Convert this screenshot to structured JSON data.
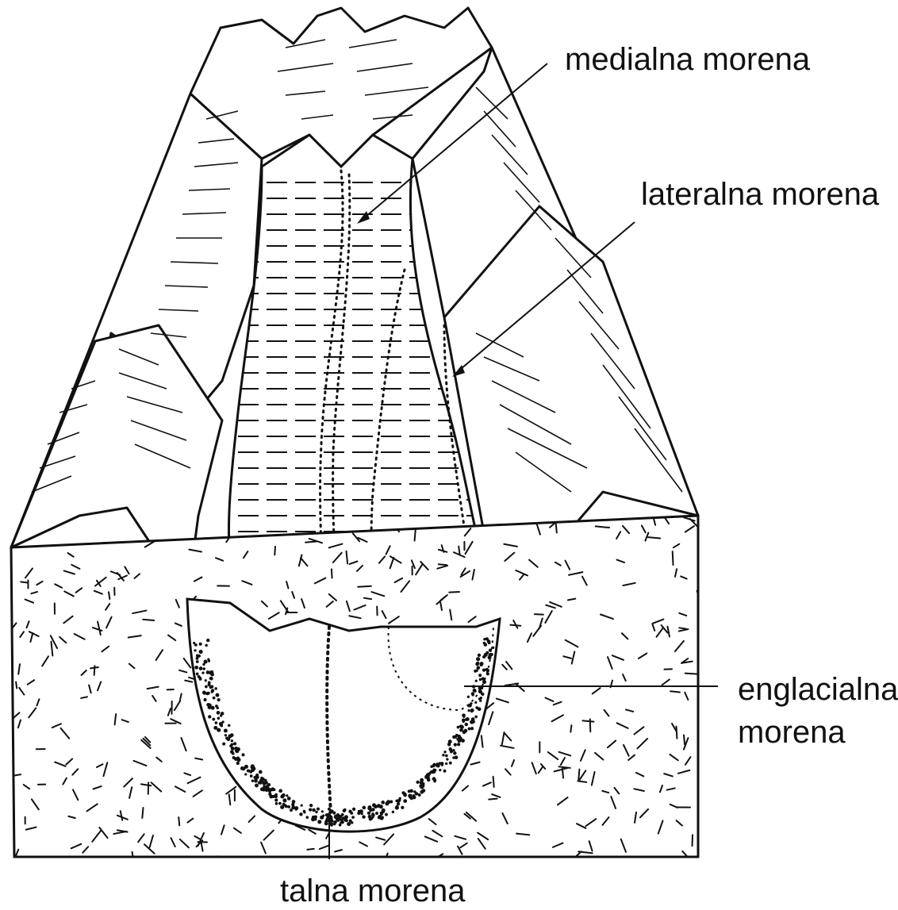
{
  "labels": {
    "medial": "medialna morena",
    "lateral": "lateralna morena",
    "englacial_line1": "englacialna",
    "englacial_line2": "morena",
    "basal": "talna morena"
  },
  "colors": {
    "ink": "#111111",
    "paper": "#ffffff"
  }
}
